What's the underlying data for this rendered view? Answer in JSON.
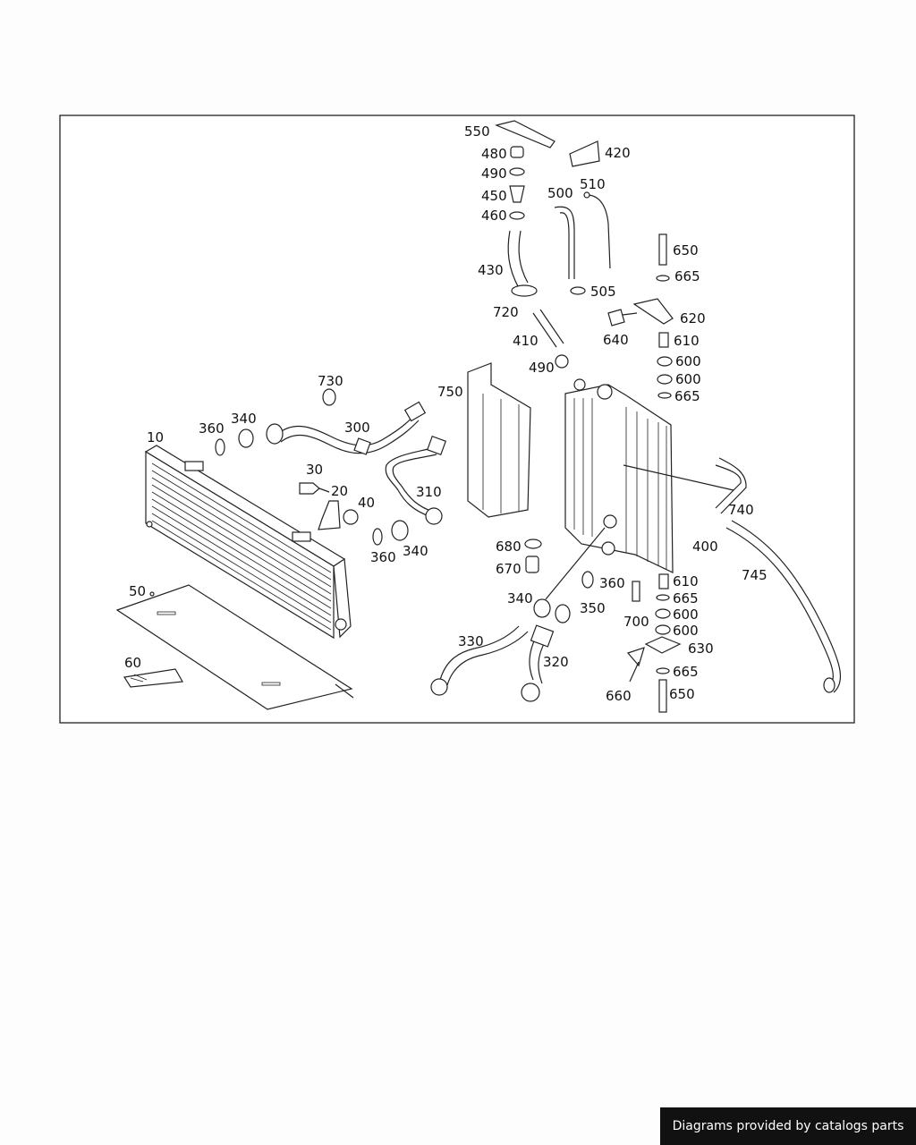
{
  "diagram": {
    "labels": {
      "p550": "550",
      "p480": "480",
      "p420": "420",
      "p490a": "490",
      "p450": "450",
      "p500": "500",
      "p510": "510",
      "p460": "460",
      "p650a": "650",
      "p430": "430",
      "p665a": "665",
      "p505": "505",
      "p720": "720",
      "p620": "620",
      "p410": "410",
      "p640": "640",
      "p610a": "610",
      "p490b": "490",
      "p600a": "600",
      "p730": "730",
      "p750": "750",
      "p600b": "600",
      "p665b": "665",
      "p340a": "340",
      "p300": "300",
      "p360a": "360",
      "p10": "10",
      "p30": "30",
      "p310": "310",
      "p20": "20",
      "p40": "40",
      "p740": "740",
      "p680": "680",
      "p400": "400",
      "p360b": "360",
      "p340b": "340",
      "p745": "745",
      "p670": "670",
      "p610b": "610",
      "p50": "50",
      "p360c": "360",
      "p665c": "665",
      "p340c": "340",
      "p350": "350",
      "p700": "700",
      "p600c": "600",
      "p330": "330",
      "p600d": "600",
      "p630": "630",
      "p320": "320",
      "p60": "60",
      "p665d": "665",
      "p660": "660",
      "p650b": "650"
    }
  },
  "footer": {
    "banner_text": "Diagrams provided by catalogs parts"
  }
}
